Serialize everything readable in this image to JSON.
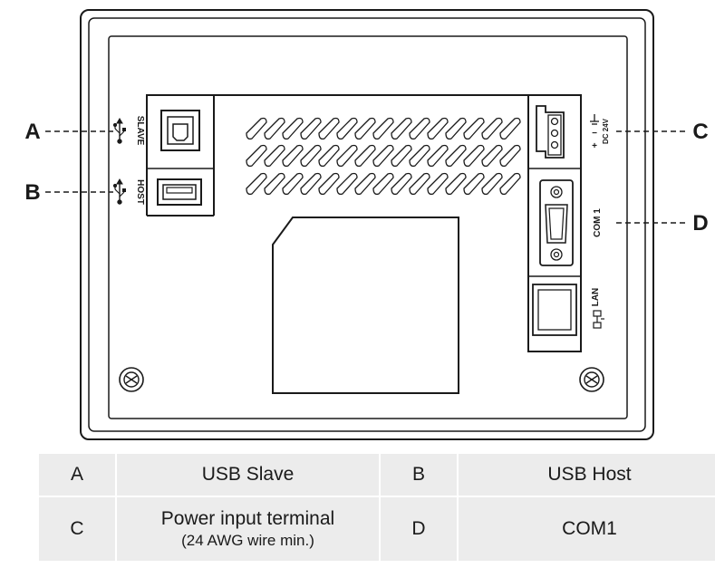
{
  "callouts": {
    "a": "A",
    "b": "B",
    "c": "C",
    "d": "D"
  },
  "ports": {
    "slave": "SLAVE",
    "host": "HOST",
    "power_plus": "+",
    "power_minus": "−",
    "power_rating": "DC 24V",
    "com1": "COM 1",
    "lan": "LAN"
  },
  "legend": {
    "rows": [
      [
        {
          "letter": "A",
          "text": "USB Slave",
          "sub": ""
        },
        {
          "letter": "B",
          "text": "USB Host",
          "sub": ""
        }
      ],
      [
        {
          "letter": "C",
          "text": "Power input terminal",
          "sub": "(24 AWG wire min.)"
        },
        {
          "letter": "D",
          "text": "COM1",
          "sub": ""
        }
      ]
    ]
  },
  "colors": {
    "line": "#1a1a1a",
    "panel": "#ffffff",
    "table_bg": "#ececec"
  }
}
